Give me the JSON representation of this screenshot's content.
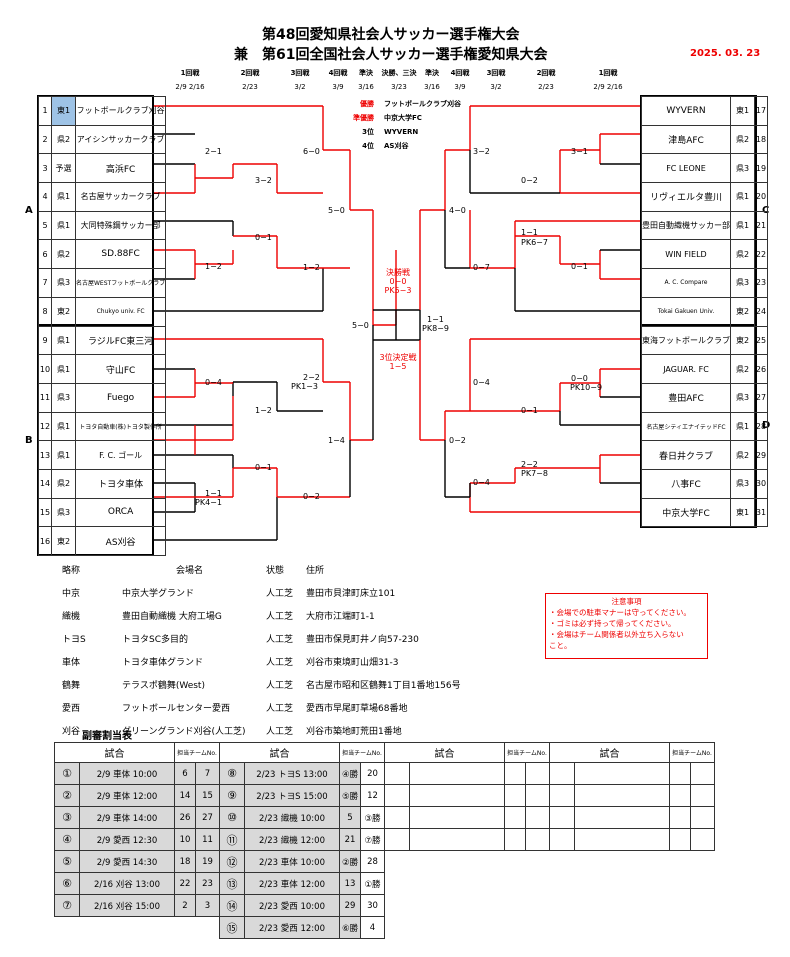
{
  "title1": "第48回愛知県社会人サッカー選手権大会",
  "title2": "兼　第61回全国社会人サッカー選手権愛知県大会",
  "date": "2025. 03. 23",
  "rounds_left": [
    {
      "label": "1回戦",
      "date": "2/9  2/16"
    },
    {
      "label": "2回戦",
      "date": "2/23"
    },
    {
      "label": "3回戦",
      "date": "3/2"
    },
    {
      "label": "4回戦",
      "date": "3/9"
    },
    {
      "label": "準決",
      "date": "3/16"
    }
  ],
  "round_center": {
    "label": "決勝、三決",
    "date": "3/23"
  },
  "rounds_right": [
    {
      "label": "準決",
      "date": "3/16"
    },
    {
      "label": "4回戦",
      "date": "3/9"
    },
    {
      "label": "3回戦",
      "date": "3/2"
    },
    {
      "label": "2回戦",
      "date": "2/23"
    },
    {
      "label": "1回戦",
      "date": "2/9  2/16"
    }
  ],
  "results": [
    {
      "place": "優勝",
      "team": "フットボールクラブ刈谷"
    },
    {
      "place": "準優勝",
      "team": "中京大学FC"
    },
    {
      "place": "3位",
      "team": "WYVERN"
    },
    {
      "place": "4位",
      "team": "AS刈谷"
    }
  ],
  "groups": {
    "A": "A",
    "B": "B",
    "C": "C",
    "D": "D"
  },
  "left_teams": [
    {
      "no": "1",
      "pref": "東1",
      "name": "フットボールクラブ刈谷"
    },
    {
      "no": "2",
      "pref": "県2",
      "name": "アイシンサッカークラブ"
    },
    {
      "no": "3",
      "pref": "予選",
      "name": "高浜FC"
    },
    {
      "no": "4",
      "pref": "県1",
      "name": "名古屋サッカークラブ"
    },
    {
      "no": "5",
      "pref": "県1",
      "name": "大同特殊鋼サッカー部"
    },
    {
      "no": "6",
      "pref": "県2",
      "name": "SD.88FC"
    },
    {
      "no": "7",
      "pref": "県3",
      "name": "名古屋WESTフットボールクラブ"
    },
    {
      "no": "8",
      "pref": "東2",
      "name": "Chukyo univ. FC"
    },
    {
      "no": "9",
      "pref": "県1",
      "name": "ラジルFC東三河"
    },
    {
      "no": "10",
      "pref": "県1",
      "name": "守山FC"
    },
    {
      "no": "11",
      "pref": "県3",
      "name": "Fuego"
    },
    {
      "no": "12",
      "pref": "県1",
      "name": "トヨタ自動車(株)トヨタ製作所"
    },
    {
      "no": "13",
      "pref": "県1",
      "name": "F. C. ゴール"
    },
    {
      "no": "14",
      "pref": "県2",
      "name": "トヨタ車体"
    },
    {
      "no": "15",
      "pref": "県3",
      "name": "ORCA"
    },
    {
      "no": "16",
      "pref": "東2",
      "name": "AS刈谷"
    }
  ],
  "right_teams": [
    {
      "no": "17",
      "pref": "東1",
      "name": "WYVERN"
    },
    {
      "no": "18",
      "pref": "県2",
      "name": "津島AFC"
    },
    {
      "no": "19",
      "pref": "県3",
      "name": "FC  LEONE"
    },
    {
      "no": "20",
      "pref": "県1",
      "name": "リヴィエルタ豊川"
    },
    {
      "no": "21",
      "pref": "県1",
      "name": "豊田自動織機サッカー部"
    },
    {
      "no": "22",
      "pref": "県2",
      "name": "WIN  FIELD"
    },
    {
      "no": "23",
      "pref": "県3",
      "name": "A. C. Compare"
    },
    {
      "no": "24",
      "pref": "東2",
      "name": "Tokai Gakuen Univ."
    },
    {
      "no": "25",
      "pref": "東2",
      "name": "東海フットボールクラブ"
    },
    {
      "no": "26",
      "pref": "県2",
      "name": "JAGUAR. FC"
    },
    {
      "no": "27",
      "pref": "県3",
      "name": "豊田AFC"
    },
    {
      "no": "28",
      "pref": "県1",
      "name": "名古屋シティエナイテッドFC"
    },
    {
      "no": "29",
      "pref": "県2",
      "name": "春日井クラブ"
    },
    {
      "no": "30",
      "pref": "県3",
      "name": "八事FC"
    },
    {
      "no": "31",
      "pref": "東1",
      "name": "中京大学FC"
    }
  ],
  "scores": {
    "l_r1_b": "2−1",
    "l_r1_d": "1−2",
    "l_r1_f": "0−4",
    "l_r1_h": "1−1",
    "l_r1_h_pk": "PK4−1",
    "l_r2_a": "3−2",
    "l_r2_b": "0−1",
    "l_r2_c": "1−2",
    "l_r2_d": "0−1",
    "l_r3_a": "6−0",
    "l_r3_b": "1−2",
    "l_r3_c": "2−2",
    "l_r3_c_pk": "PK1−3",
    "l_r3_d": "0−2",
    "l_r4_a": "5−0",
    "l_r4_b": "1−4",
    "semi_l": "5−0",
    "r_r1_a": "3−1",
    "r_r1_c": "0−1",
    "r_r1_e": "0−0",
    "r_r1_e_pk": "PK10−9",
    "r_r1_g": "2−2",
    "r_r1_g_pk": "PK7−8",
    "r_r2_a": "0−2",
    "r_r2_b": "1−1",
    "r_r2_b_pk": "PK6−7",
    "r_r2_c": "0−1",
    "r_r3_a": "3−2",
    "r_r3_b": "0−7",
    "r_r3_c": "0−4",
    "r_r3_d": "0−4",
    "r_r4_a": "4−0",
    "r_r4_b": "0−2",
    "semi_r": "1−1",
    "semi_r_pk": "PK8−9",
    "final_label": "決勝戦",
    "final_score": "0−0",
    "final_pk": "PK5−3",
    "third_label": "3位決定戦",
    "third_score": "1−5"
  },
  "venues_header": {
    "abbr": "略称",
    "name": "会場名",
    "status": "状態",
    "address": "住所"
  },
  "venues": [
    {
      "abbr": "中京",
      "name": "中京大学グランド",
      "status": "人工芝",
      "address": "豊田市貝津町床立101"
    },
    {
      "abbr": "織機",
      "name": "豊田自動織機 大府工場G",
      "status": "人工芝",
      "address": "大府市江端町1-1"
    },
    {
      "abbr": "トヨS",
      "name": "トヨタSC多目的",
      "status": "人工芝",
      "address": "豊田市保見町井ノ向57-230"
    },
    {
      "abbr": "車体",
      "name": "トヨタ車体グランド",
      "status": "人工芝",
      "address": "刈谷市東境町山畑31-3"
    },
    {
      "abbr": "鶴舞",
      "name": "テラスポ鶴舞(West)",
      "status": "人工芝",
      "address": "名古屋市昭和区鶴舞1丁目1番地156号"
    },
    {
      "abbr": "愛西",
      "name": "フットボールセンター愛西",
      "status": "人工芝",
      "address": "愛西市早尾町草場68番地"
    },
    {
      "abbr": "刈谷",
      "name": "グリーングランド刈谷(人工芝)",
      "status": "人工芝",
      "address": "刈谷市築地町荒田1番地"
    }
  ],
  "notice": {
    "title": "注意事項",
    "items": [
      "・会場での駐車マナーは守ってください。",
      "・ゴミは必ず持って帰ってください。",
      "・会場はチーム関係者以外立ち入らない",
      "こと。"
    ]
  },
  "referee": {
    "title": "副審割当表",
    "header_match": "試合",
    "header_team": "担当チームNo.",
    "left": [
      {
        "no": "①",
        "match": "2/9 車体 10:00",
        "a": "6",
        "b": "7"
      },
      {
        "no": "②",
        "match": "2/9 車体 12:00",
        "a": "14",
        "b": "15"
      },
      {
        "no": "③",
        "match": "2/9 車体 14:00",
        "a": "26",
        "b": "27"
      },
      {
        "no": "④",
        "match": "2/9 愛西 12:30",
        "a": "10",
        "b": "11"
      },
      {
        "no": "⑤",
        "match": "2/9 愛西 14:30",
        "a": "18",
        "b": "19"
      },
      {
        "no": "⑥",
        "match": "2/16 刈谷 13:00",
        "a": "22",
        "b": "23"
      },
      {
        "no": "⑦",
        "match": "2/16 刈谷 15:00",
        "a": "2",
        "b": "3"
      }
    ],
    "right": [
      {
        "no": "⑧",
        "match": "2/23 トヨS 13:00",
        "a": "④勝",
        "b": "20"
      },
      {
        "no": "⑨",
        "match": "2/23 トヨS 15:00",
        "a": "⑤勝",
        "b": "12"
      },
      {
        "no": "⑩",
        "match": "2/23 織機 10:00",
        "a": "5",
        "b": "③勝"
      },
      {
        "no": "⑪",
        "match": "2/23 織機 12:00",
        "a": "21",
        "b": "⑦勝"
      },
      {
        "no": "⑫",
        "match": "2/23 車体 10:00",
        "a": "②勝",
        "b": "28"
      },
      {
        "no": "⑬",
        "match": "2/23 車体 12:00",
        "a": "13",
        "b": "①勝"
      },
      {
        "no": "⑭",
        "match": "2/23 愛西 10:00",
        "a": "29",
        "b": "30"
      },
      {
        "no": "⑮",
        "match": "2/23 愛西 12:00",
        "a": "⑥勝",
        "b": "4"
      }
    ]
  }
}
